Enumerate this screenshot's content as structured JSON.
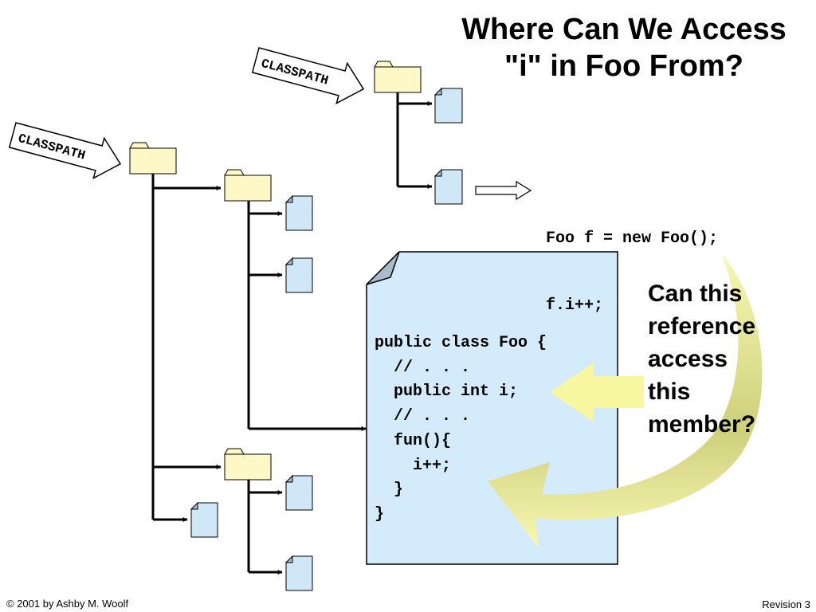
{
  "title": {
    "line1": "Where Can We Access",
    "line2": "\"i\" in Foo From?"
  },
  "classpath_labels": [
    "CLASSPATH",
    "CLASSPATH"
  ],
  "caller_code": [
    "Foo f = new Foo();",
    "f.i++;"
  ],
  "foo_source": [
    "public class Foo {",
    "  // . . .",
    "  public int i;",
    "  // . . .",
    "  fun(){",
    "    i++;",
    "  }",
    "}"
  ],
  "question": [
    "Can this",
    "reference",
    "access",
    "this",
    "member?"
  ],
  "footer": {
    "copyright": "© 2001 by Ashby M. Woolf",
    "revision": "Revision 3"
  },
  "colors": {
    "folder_fill": "#fdf8c6",
    "file_fill": "#cfe7f7",
    "big_file_fill": "#d4ebfb",
    "dogear_fill": "#a6bccd",
    "arrow_fill": "#f7f79f",
    "curve_fill": "#cfd07a"
  },
  "icons": [
    "folder-icon",
    "file-icon",
    "classpath-arrow-icon",
    "hollow-arrow-icon"
  ]
}
